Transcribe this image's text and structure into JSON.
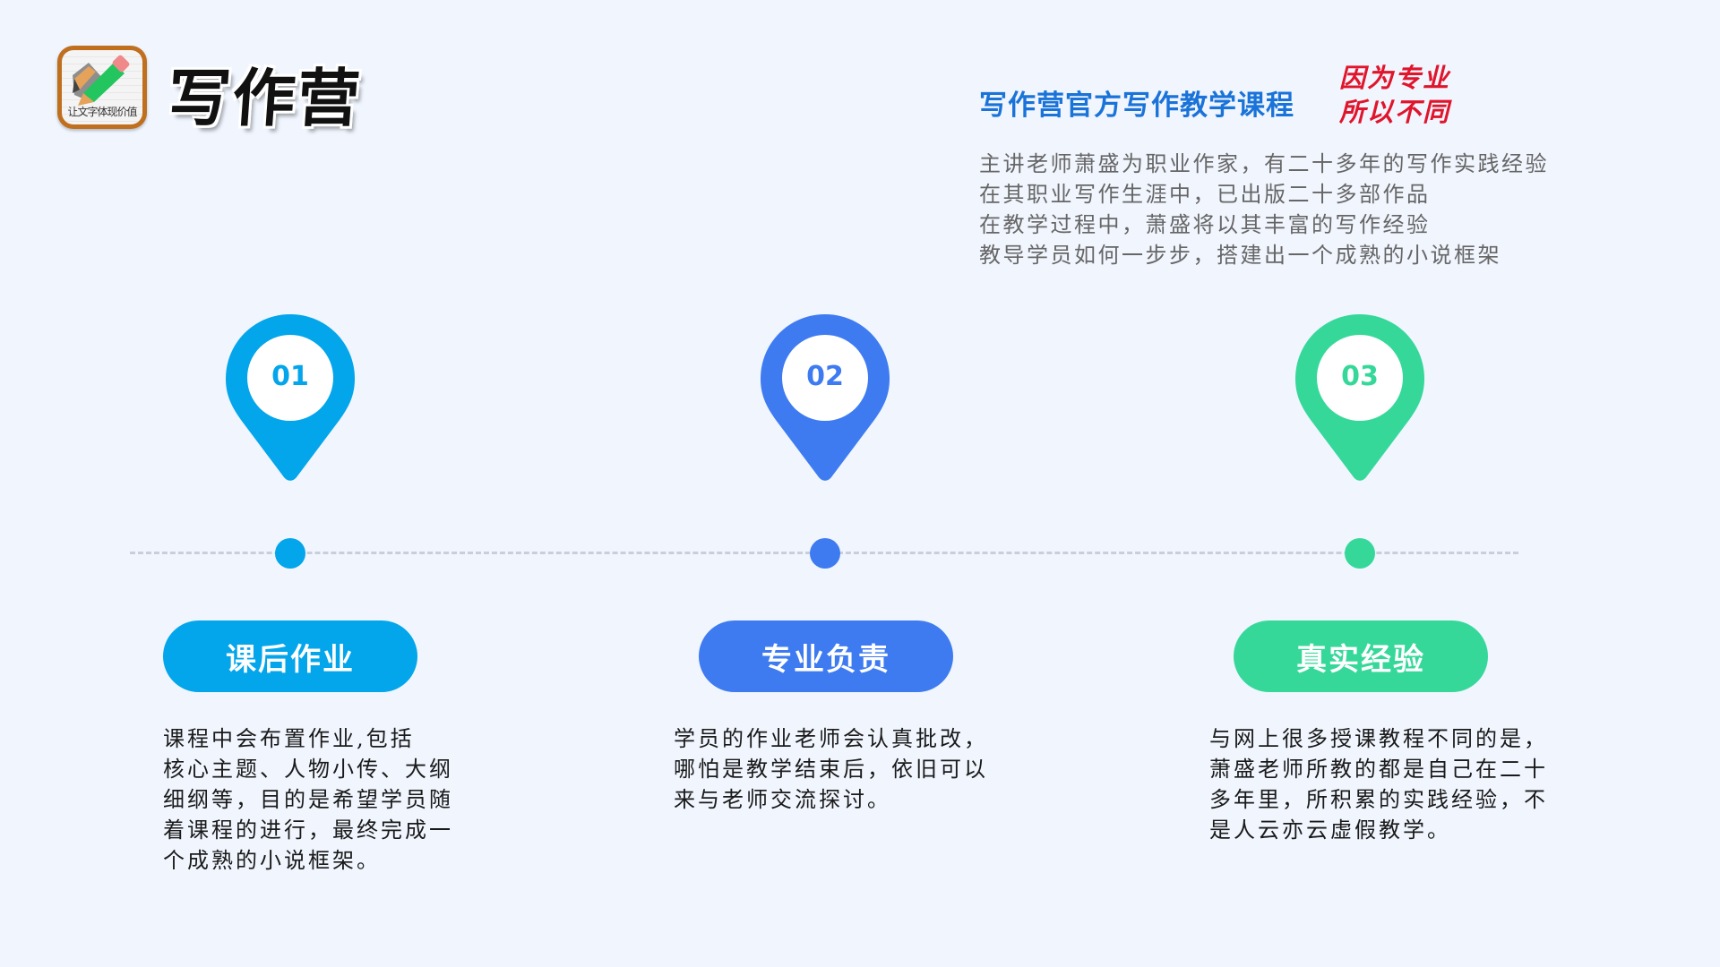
{
  "brand": {
    "logo_caption": "让文字体现价值",
    "title": "写作营"
  },
  "header": {
    "course_title": "写作营官方写作教学课程",
    "slogan": [
      "因为专业",
      "所以不同"
    ],
    "intro": [
      "主讲老师萧盛为职业作家，有二十多年的写作实践经验",
      "在其职业写作生涯中，已出版二十多部作品",
      "在教学过程中，萧盛将以其丰富的写作经验",
      "教导学员如何一步步，搭建出一个成熟的小说框架"
    ]
  },
  "colors": {
    "background": "#f0f5fe",
    "step1": "#03a5eb",
    "step2": "#3e7bf1",
    "step3": "#36d89a",
    "title_blue": "#1a73d8",
    "slogan_red": "#e0152b",
    "dashed_line": "#c9cfda"
  },
  "steps": [
    {
      "number": "01",
      "label": "课后作业",
      "description": [
        "课程中会布置作业,包括",
        "核心主题、人物小传、大纲",
        "细纲等，目的是希望学员随",
        "着课程的进行，最终完成一",
        "个成熟的小说框架。"
      ]
    },
    {
      "number": "02",
      "label": "专业负责",
      "description": [
        "学员的作业老师会认真批改，",
        "哪怕是教学结束后，依旧可以",
        "来与老师交流探讨。"
      ]
    },
    {
      "number": "03",
      "label": "真实经验",
      "description": [
        "与网上很多授课教程不同的是，",
        "萧盛老师所教的都是自己在二十",
        "多年里，所积累的实践经验，不",
        "是人云亦云虚假教学。"
      ]
    }
  ]
}
